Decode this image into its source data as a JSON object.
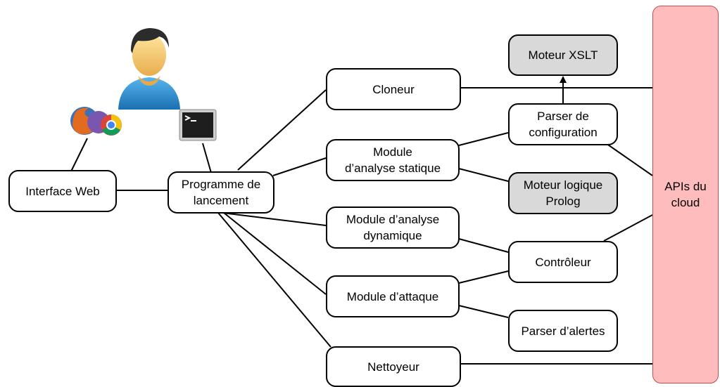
{
  "nodes": {
    "interface_web": "Interface Web",
    "programme": "Programme de\nlancement",
    "cloneur": "Cloneur",
    "analyse_statique": "Module\nd’analyse statique",
    "analyse_dynamique": "Module d’analyse\ndynamique",
    "attaque": "Module d’attaque",
    "nettoyeur": "Nettoyeur",
    "moteur_xslt": "Moteur XSLT",
    "parser_config": "Parser de\nconfiguration",
    "moteur_prolog": "Moteur logique\nProlog",
    "controleur": "Contrôleur",
    "parser_alertes": "Parser d’alertes",
    "apis_cloud": "APIs du\ncloud"
  },
  "icons": [
    "user-icon",
    "browsers-icon",
    "terminal-icon"
  ],
  "colors": {
    "cloud_fill": "#ffbcbc",
    "grey_node_fill": "#d9d9d9",
    "line": "#000000"
  }
}
